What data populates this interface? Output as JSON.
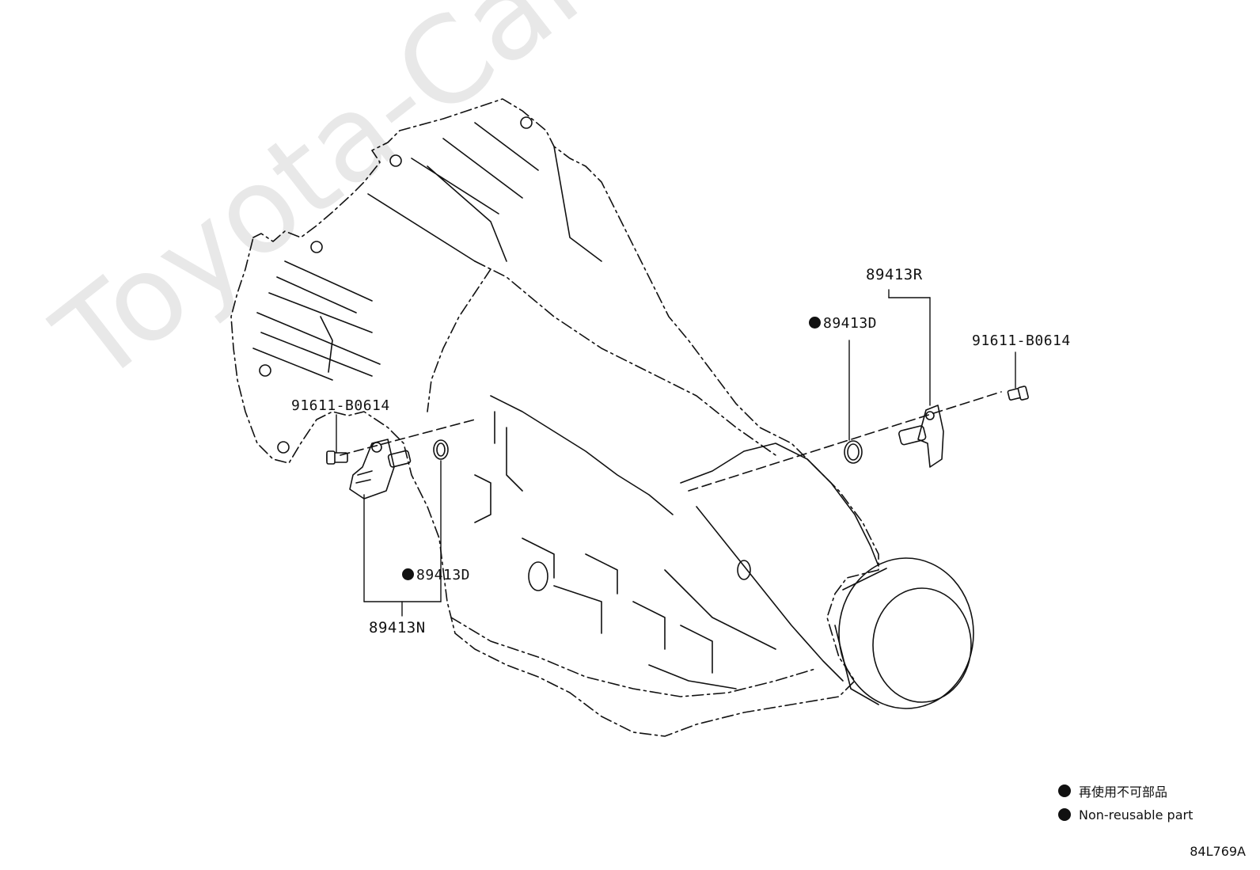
{
  "watermark": "Toyota-CarMine.ru",
  "callouts": {
    "bolt_left": "91611-B0614",
    "sensor_left_assy": "89413N",
    "oring_left": "89413D",
    "sensor_right_assy": "89413R",
    "oring_right": "89413D",
    "bolt_right": "91611-B0614"
  },
  "legend": {
    "jp": "再使用不可部品",
    "en": "Non-reusable part"
  },
  "diagram_code": "84L769A",
  "colors": {
    "line": "#111111",
    "watermark": "#e8e8e8"
  }
}
